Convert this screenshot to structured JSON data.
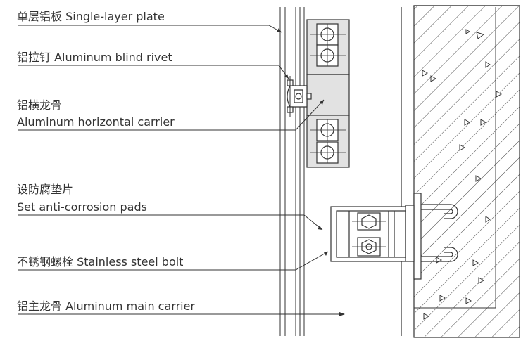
{
  "labels": {
    "plate": "单层铝板 Single-layer plate",
    "rivet": "铝拉钉 Aluminum blind rivet",
    "horizontal_carrier_cn": "铝横龙骨",
    "horizontal_carrier_en": "Aluminum horizontal carrier",
    "pads_cn": "设防腐垫片",
    "pads_en": "Set anti-corrosion pads",
    "bolt": "不锈钢螺栓 Stainless steel bolt",
    "main_carrier": "铝主龙骨 Aluminum main carrier"
  },
  "colors": {
    "line": "#333333",
    "carrier_fill": "#e2e2e2",
    "text": "#333333"
  }
}
